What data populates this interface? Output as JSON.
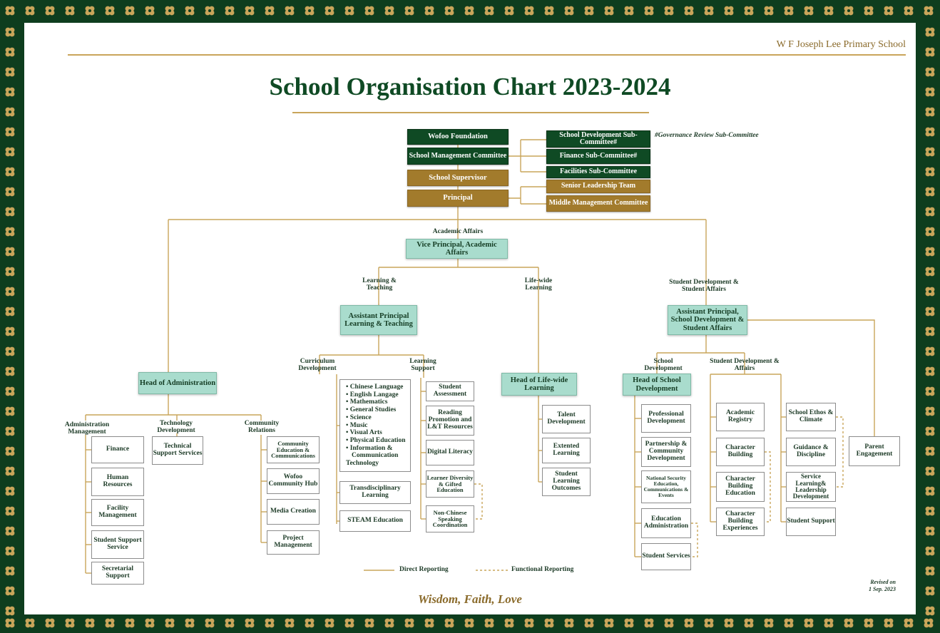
{
  "school_name": "W F Joseph Lee Primary School",
  "title": "School Organisation Chart 2023-2024",
  "governance_note": "#Governance Review Sub-Committee",
  "motto": "Wisdom, Faith, Love",
  "revised": {
    "line1": "Revised on",
    "line2": "1 Sep. 2023"
  },
  "legend": {
    "direct": "Direct Reporting",
    "functional": "Functional Reporting"
  },
  "colors": {
    "dark_green": "#0f4a24",
    "gold": "#a27b2c",
    "mint": "#a9dccd",
    "line": "#c9a55a"
  },
  "top": {
    "foundation": "Wofoo Foundation",
    "smc": "School Management Committee",
    "supervisor": "School Supervisor",
    "principal": "Principal",
    "sdsc": "School Development Sub-Committee#",
    "finance_sc": "Finance Sub-Committee#",
    "facilities_sc": "Facilities Sub-Committee",
    "slt": "Senior Leadership Team",
    "mmc": "Middle Management Committee"
  },
  "academic": {
    "label": "Academic Affairs",
    "vp": "Vice Principal, Academic Affairs",
    "lt_label": "Learning & Teaching",
    "ap_lt": "Assistant Principal Learning & Teaching",
    "lwl_label": "Life-wide Learning",
    "curdev_label": "Curriculum Development",
    "lsupport_label": "Learning Support",
    "subjects": [
      "• Chinese Language",
      "• English Langage",
      "• Mathematics",
      "• General Studies",
      "• Science",
      "• Music",
      "• Visual Arts",
      "• Physical Education",
      "• Information &",
      "  Communication",
      "Technology"
    ],
    "transdisciplinary": "Transdisciplinary Learning",
    "steam": "STEAM Education",
    "support_items": [
      "Student Assessment",
      "Reading Promotion and L&T Resources",
      "Digital Literacy",
      "Learner Diversity & Gifted Education",
      "Non-Chinese Speaking Coordination"
    ],
    "head_lwl": "Head of Life-wide Learning",
    "lwl_items": [
      "Talent Development",
      "Extented Learning",
      "Student Learning Outcomes"
    ]
  },
  "admin": {
    "head": "Head of Administration",
    "am_label": "Administration Management",
    "td_label": "Technology Development",
    "cr_label": "Community Relations",
    "am_items": [
      "Finance",
      "Human Resources",
      "Facility Management",
      "Student Support Service",
      "Secretarial Support"
    ],
    "td_items": [
      "Technical Support Services"
    ],
    "cr_items": [
      "Community Education & Communications",
      "Wofoo Community Hub",
      "Media Creation",
      "Project Management"
    ]
  },
  "student": {
    "label": "Student Development & Student Affairs",
    "ap": "Assistant Principal, School Development & Student Affairs",
    "sd_label": "School Development",
    "sda_label": "Student Development & Affairs",
    "head_sd": "Head of School Development",
    "sd_items": [
      "Professional Development",
      "Partnership & Community Development",
      "National Security Education, Communications & Events",
      "Education Administration",
      "Student Services"
    ],
    "sda_items": [
      "Academic Registry",
      "Character Building",
      "Character Building Education",
      "Character Building Experiences"
    ],
    "ethos_items": [
      "School Ethos & Climate",
      "Guidance & Discipline",
      "Service Learning& Leadership Development",
      "Student Support"
    ],
    "parent": "Parent Engagement"
  }
}
